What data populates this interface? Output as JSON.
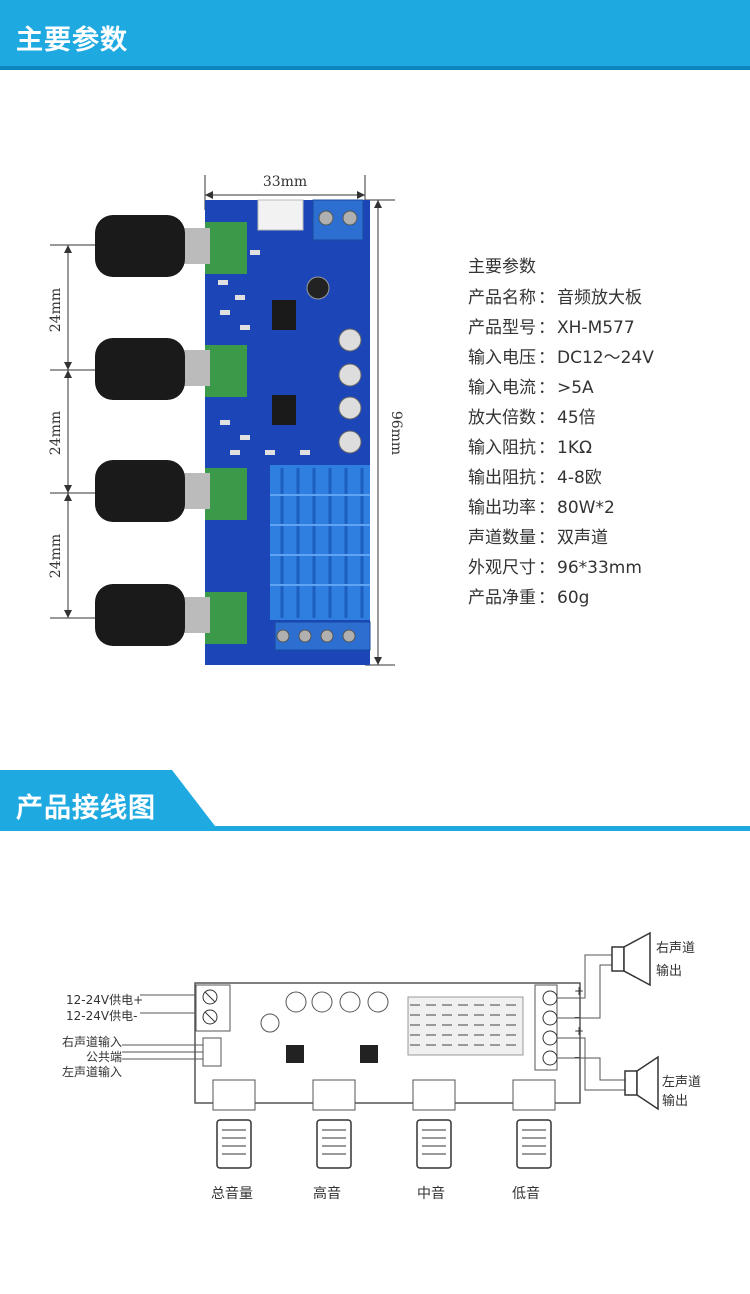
{
  "sections": {
    "params_title": "主要参数",
    "wiring_title": "产品接线图"
  },
  "board": {
    "width_label": "33mm",
    "height_label": "96mm",
    "spacing_label": "24mm",
    "spacing_labels": [
      "24mm",
      "24mm",
      "24mm"
    ]
  },
  "params": {
    "heading": "主要参数",
    "rows": [
      {
        "label": "产品名称",
        "sep": "：",
        "value": "音频放大板"
      },
      {
        "label": "产品型号",
        "sep": "：",
        "value": "XH-M577"
      },
      {
        "label": "输入电压",
        "sep": "：",
        "value": "DC12～24V"
      },
      {
        "label": "输入电流",
        "sep": "：",
        "value": ">5A"
      },
      {
        "label": "放大倍数",
        "sep": "：",
        "value": "45倍"
      },
      {
        "label": "输入阻抗",
        "sep": "：",
        "value": "1KΩ"
      },
      {
        "label": "输出阻抗",
        "sep": "：",
        "value": "4-8欧"
      },
      {
        "label": "输出功率",
        "sep": "：",
        "value": "80W*2"
      },
      {
        "label": "声道数量",
        "sep": "：",
        "value": "双声道"
      },
      {
        "label": "外观尺寸",
        "sep": "：",
        "value": "96*33mm"
      },
      {
        "label": "产品净重",
        "sep": "：",
        "value": "60g"
      }
    ]
  },
  "wiring": {
    "power_plus": "12-24V供电+",
    "power_minus": "12-24V供电-",
    "right_in": "右声道输入",
    "common": "公共端",
    "left_in": "左声道输入",
    "right_out_1": "右声道",
    "right_out_2": "输出",
    "left_out_1": "左声道",
    "left_out_2": "输出",
    "plus": "+",
    "minus": "–",
    "knobs": [
      "总音量",
      "高音",
      "中音",
      "低音"
    ]
  },
  "colors": {
    "banner": "#1fa9e1",
    "pcb": "#1c45b8",
    "heatsink": "#2f7fe0",
    "knob": "#1a1a1a",
    "pot": "#3a9a4a"
  }
}
